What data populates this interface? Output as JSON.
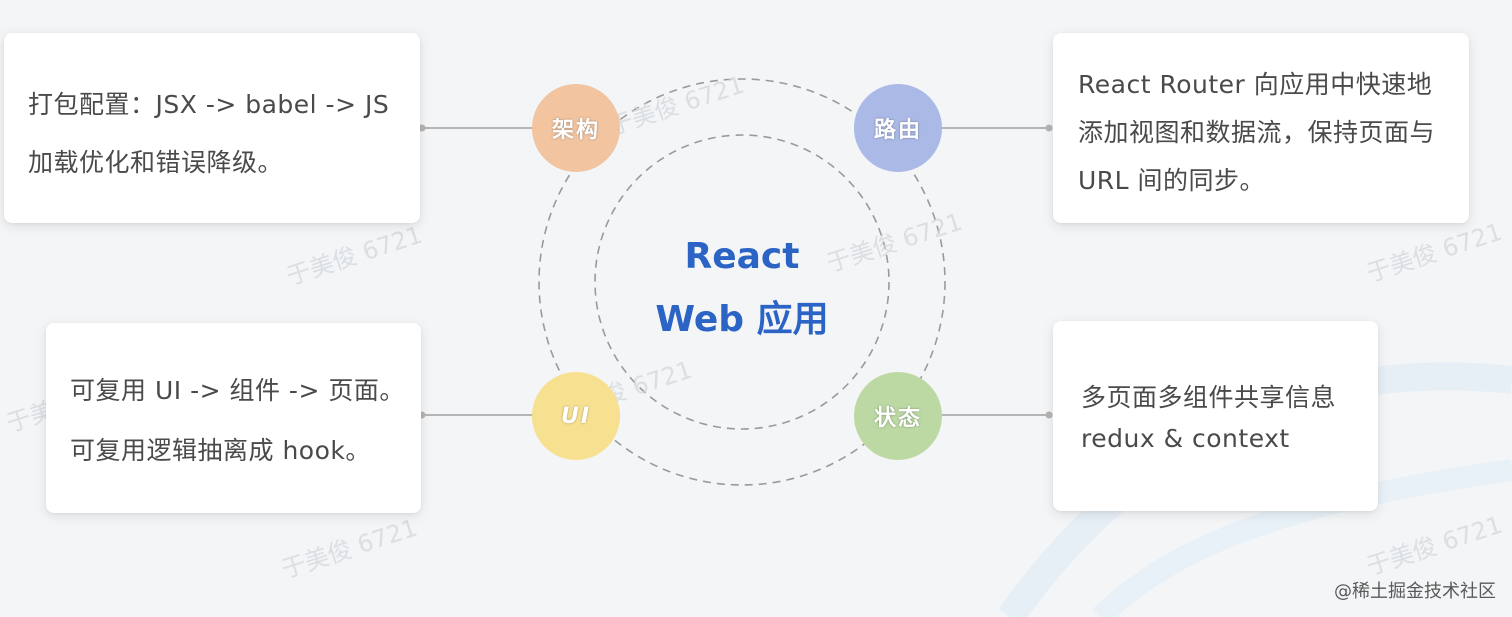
{
  "hub": {
    "line1": "React",
    "line2": "Web 应用"
  },
  "nodes": {
    "architecture": {
      "label": "架构",
      "color": "#f2c4a0"
    },
    "routing": {
      "label": "路由",
      "color": "#aab9e6"
    },
    "ui": {
      "label": "UI",
      "color": "#f7e08f"
    },
    "state": {
      "label": "状态",
      "color": "#bcd9a4"
    }
  },
  "cards": {
    "architecture": {
      "line1": "打包配置：JSX -> babel -> JS",
      "line2": "加载优化和错误降级。"
    },
    "routing": {
      "line1": "React Router 向应用中快速地",
      "line2": "添加视图和数据流，保持页面与",
      "line3": "URL 间的同步。"
    },
    "ui": {
      "line1": "可复用 UI -> 组件 -> 页面。",
      "line2": "可复用逻辑抽离成 hook。"
    },
    "state": {
      "line1": "多页面多组件共享信息",
      "line2": "redux & context"
    }
  },
  "watermark": "于美俊 6721",
  "credit": "@稀土掘金技术社区"
}
